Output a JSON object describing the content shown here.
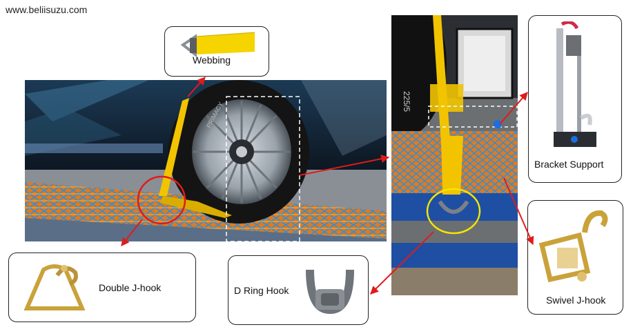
{
  "header": {
    "site_url": "www.beliisuzu.com"
  },
  "callouts": {
    "webbing": {
      "label": "Webbing"
    },
    "double_j_hook": {
      "label": "Double J-hook"
    },
    "d_ring_hook": {
      "label": "D Ring Hook"
    },
    "bracket_support": {
      "label": "Bracket Support"
    },
    "swivel_j_hook": {
      "label": "Swivel J-hook"
    }
  },
  "photos": {
    "left_tire_text": "PRIMACY",
    "right_tire_text": "225/5"
  },
  "colors": {
    "strap_yellow": "#f2c400",
    "highlight_red": "#e01b1b",
    "highlight_yellow": "#f3e600",
    "frame_blue": "#1f4fa3",
    "metal_gold": "#c9a23a"
  }
}
